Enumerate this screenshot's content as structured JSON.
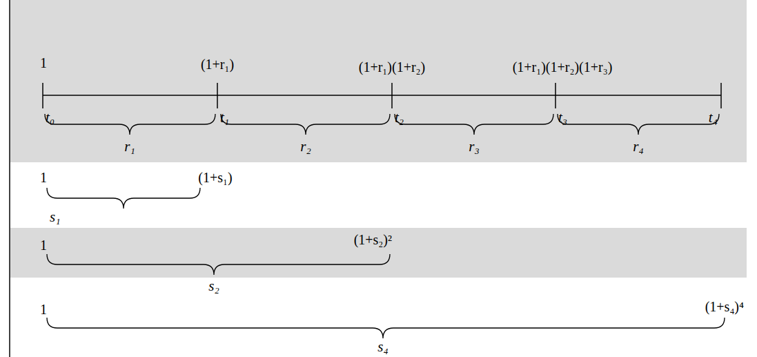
{
  "diagram": {
    "labels": [
      "1",
      "(1+r₁)",
      "(1+r₁)(1+r₂)",
      "(1+r₁)(1+r₂)(1+r₃)",
      "t₀",
      "t₁",
      "t₂",
      "t₃",
      "t₄",
      "r₁",
      "r₂",
      "r₃",
      "r₄",
      "1",
      "(1+s₁)",
      "s₁",
      "1",
      "(1+s₂)²",
      "s₂",
      "1",
      "(1+s₄)⁴",
      "s₄"
    ]
  }
}
